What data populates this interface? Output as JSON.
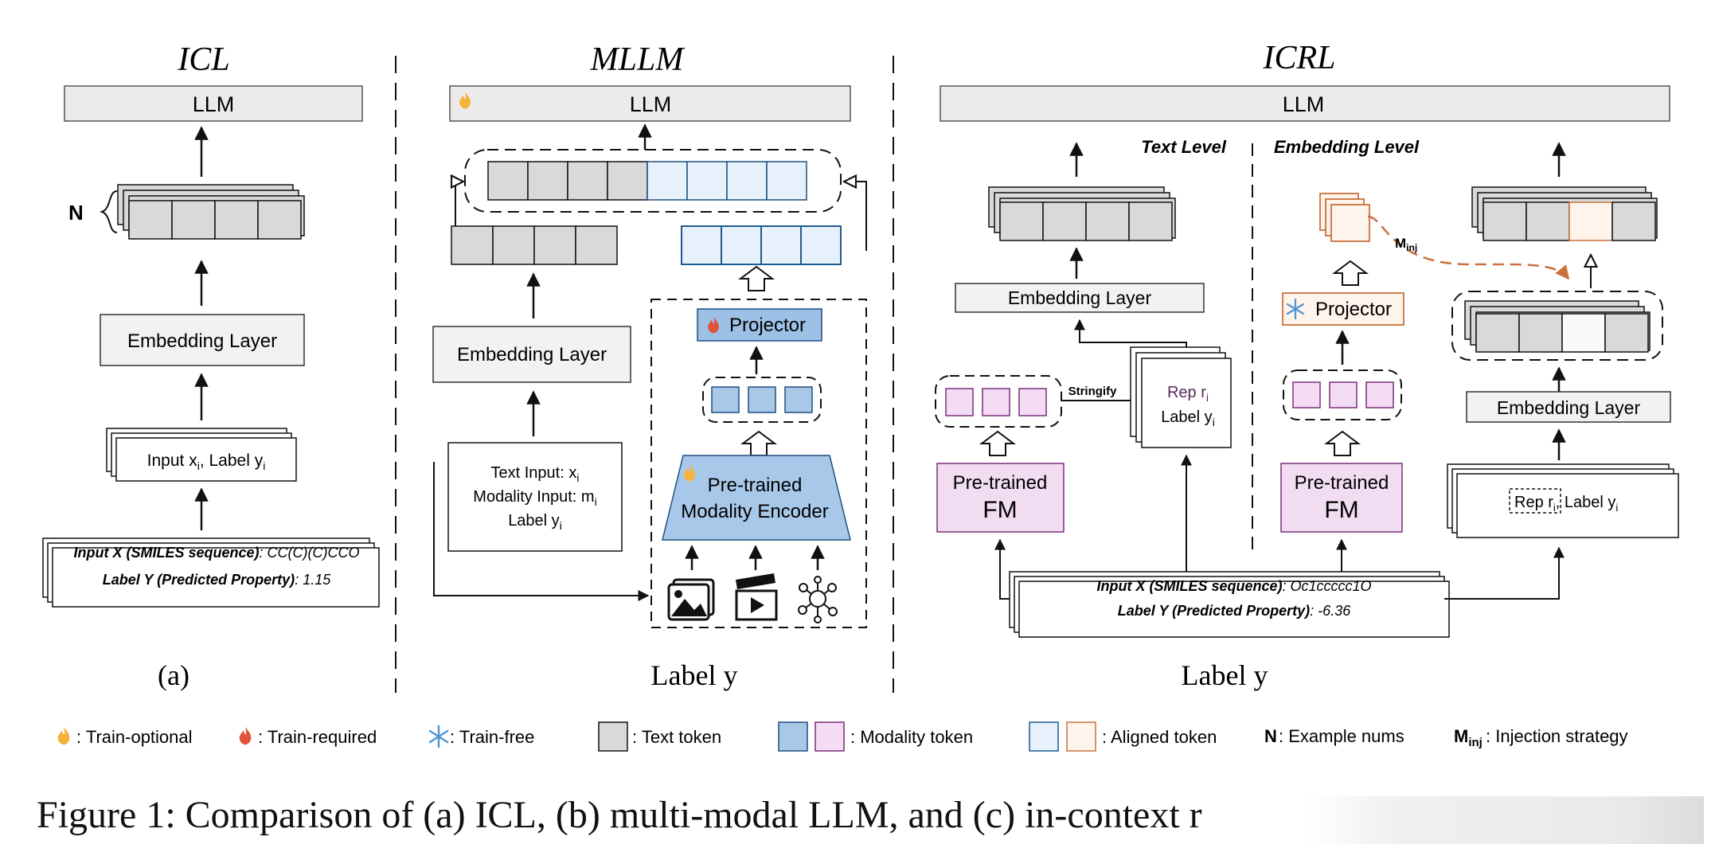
{
  "panels": {
    "a": {
      "title": "ICL",
      "label": "(a)",
      "llm": "LLM",
      "n_label": "N",
      "embedding": "Embedding Layer",
      "input_label_pre": "Input x",
      "input_label_sub1": "i",
      "input_label_mid": ", Label y",
      "input_label_sub2": "i",
      "data_line1_key": "Input X (SMILES sequence)",
      "data_line1_val": ": CC(C)(C)CCO",
      "data_line2_key": "Label Y (Predicted Property)",
      "data_line2_val": ": 1.15"
    },
    "b": {
      "title": "MLLM",
      "label": "Label y",
      "llm": "LLM",
      "embedding": "Embedding Layer",
      "text_input": "Text Input: x",
      "text_input_sub": "i",
      "modality_input": "Modality Input: m",
      "modality_input_sub": "i",
      "label_sub": "i",
      "projector": "Projector",
      "encoder_line1": "Pre-trained",
      "encoder_line2": "Modality Encoder"
    },
    "c": {
      "title": "ICRL",
      "label": "Label  y",
      "llm": "LLM",
      "text_level": "Text Level",
      "embedding_level": "Embedding Level",
      "embedding_left": "Embedding Layer",
      "embedding_right": "Embedding Layer",
      "fm_line1": "Pre-trained",
      "fm_line2": "FM",
      "stringify": "Stringify",
      "rep": "Rep  r",
      "rep_sub": "i",
      "label_sub": "i",
      "projector": "Projector",
      "minj": "M",
      "minj_sub": "inj",
      "rep_box": "Rep r",
      "rep_box_sub": "i",
      "rep_box_label": ", Label y",
      "rep_box_label_sub": "i",
      "data_line1_key": "Input X (SMILES sequence)",
      "data_line1_val": ": Oc1ccccc1O",
      "data_line2_key": "Label Y (Predicted Property)",
      "data_line2_val": ": -6.36"
    }
  },
  "legend": {
    "train_optional": ": Train-optional",
    "train_required": ": Train-required",
    "train_free": ": Train-free",
    "text_token": ": Text token",
    "modality_token": ": Modality token",
    "aligned_token": ": Aligned token",
    "n_key": "N",
    "n_desc": ": Example nums",
    "minj_key": "M",
    "minj_sub": "inj",
    "minj_desc": ": Injection strategy"
  },
  "caption": "Figure 1: Comparison of (a) ICL, (b) multi-modal LLM, and (c) in-context r",
  "colors": {
    "text_token": "#d9d9d9",
    "modality_token_blue": "#a9c8e8",
    "modality_token_purple": "#f4dcf4",
    "aligned_token_blue": "#e6f1fb",
    "aligned_token_orange": "#fff4ec",
    "projector_blue": "#9dc0e6",
    "encoder_blue": "#a8c8ea",
    "fm_purple": "#f2dcf2",
    "orange": "#c9713d",
    "llm_bar": "#ebebeb"
  },
  "icons": [
    "flame-optional-icon",
    "flame-required-icon",
    "snowflake-icon",
    "image-icon",
    "video-icon",
    "molecule-graph-icon"
  ]
}
